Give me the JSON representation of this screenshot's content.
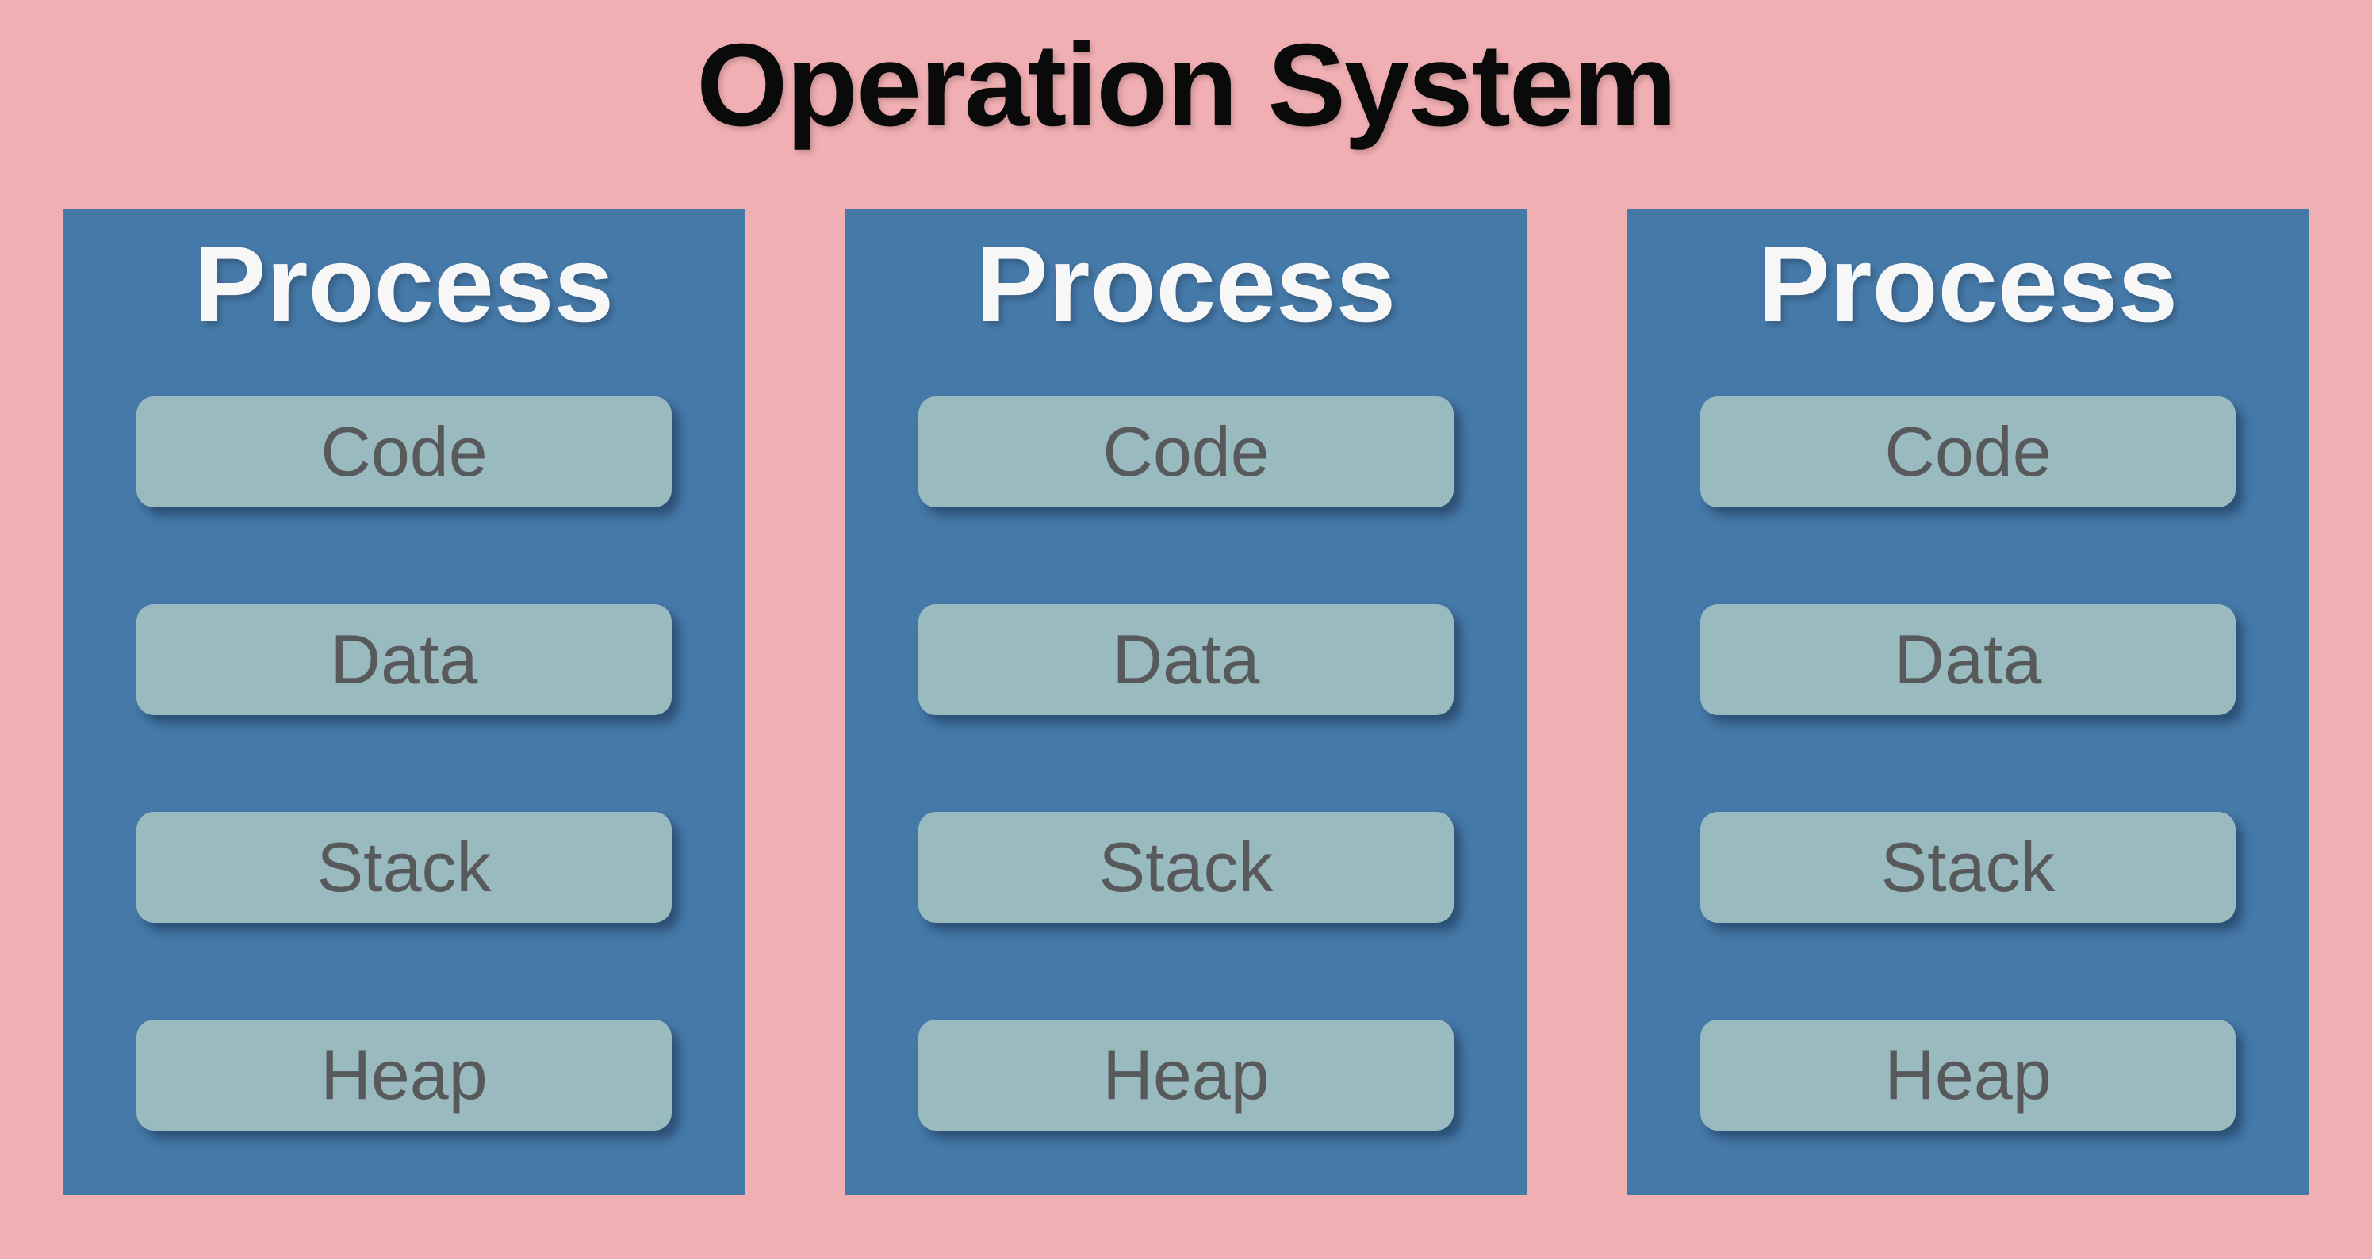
{
  "title": "Operation System",
  "colors": {
    "background": "#F0AFB2",
    "process_box": "#4579A8",
    "segment_box": "#99BBC0",
    "segment_text": "#58595B",
    "process_text": "#F7F7F7",
    "title_text": "#0A0A0A"
  },
  "processes": [
    {
      "label": "Process",
      "segments": [
        "Code",
        "Data",
        "Stack",
        "Heap"
      ]
    },
    {
      "label": "Process",
      "segments": [
        "Code",
        "Data",
        "Stack",
        "Heap"
      ]
    },
    {
      "label": "Process",
      "segments": [
        "Code",
        "Data",
        "Stack",
        "Heap"
      ]
    }
  ]
}
